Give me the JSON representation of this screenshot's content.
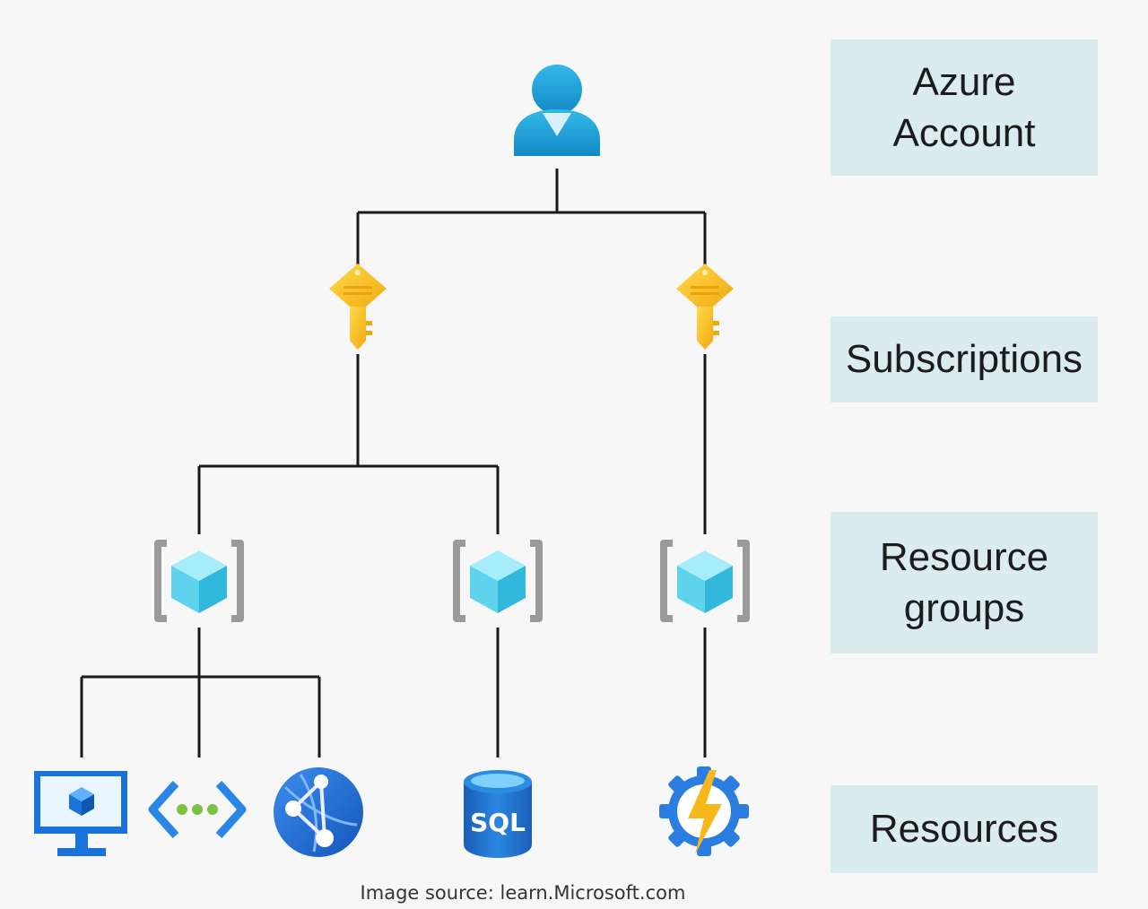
{
  "levels": {
    "account": "Azure\nAccount",
    "subscriptions": "Subscriptions",
    "resource_groups": "Resource\ngroups",
    "resources": "Resources"
  },
  "resources": {
    "sql_text": "SQL"
  },
  "icons": [
    "user-icon",
    "key-icon",
    "resource-group-icon",
    "virtual-machine-icon",
    "virtual-network-icon",
    "web-app-icon",
    "sql-database-icon",
    "function-app-icon"
  ],
  "source": "Image source: learn.Microsoft.com",
  "colors": {
    "label_bg": "#dbecef",
    "user": "#1ea6d9",
    "key": "#f7c21b",
    "cube": "#5fd3ee",
    "bracket": "#9a9a9a",
    "resource_blue": "#1a6fd4",
    "bolt": "#f6b81a"
  }
}
